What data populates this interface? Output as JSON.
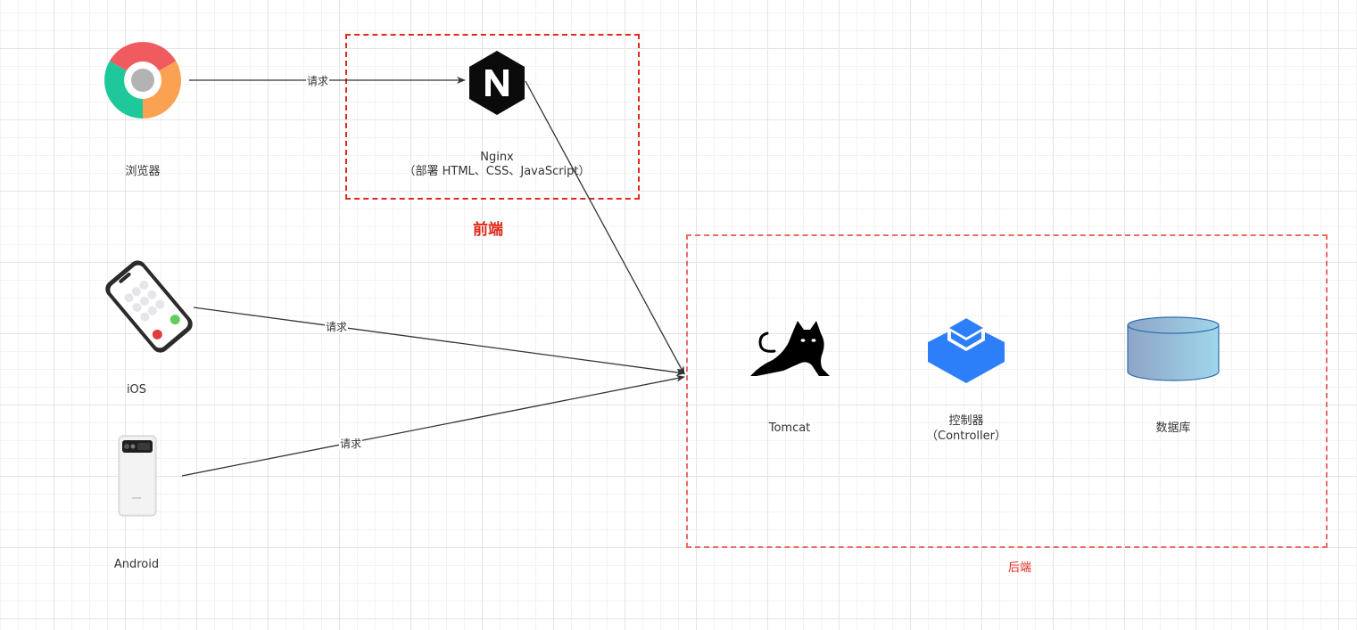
{
  "groups": {
    "frontend": {
      "title": "前端",
      "border_color": "#e0281c"
    },
    "backend": {
      "title": "后端",
      "border_color": "#ea6b66"
    }
  },
  "nodes": {
    "browser": {
      "label": "浏览器",
      "icon": "chrome-browser-icon"
    },
    "ios": {
      "label": "iOS",
      "icon": "iphone-icon"
    },
    "android": {
      "label": "Android",
      "icon": "android-phone-icon"
    },
    "nginx": {
      "label": "Nginx",
      "sublabel": "（部署 HTML、CSS、JavaScript）",
      "icon": "nginx-icon"
    },
    "tomcat": {
      "label": "Tomcat",
      "icon": "tomcat-icon"
    },
    "controller": {
      "label": "控制器",
      "sublabel": "（Controller）",
      "icon": "controller-icon",
      "color": "#2d7ff9"
    },
    "database": {
      "label": "数据库",
      "icon": "database-icon"
    }
  },
  "edges": [
    {
      "from": "browser",
      "to": "nginx",
      "label": "请求"
    },
    {
      "from": "nginx",
      "to": "backend",
      "label": ""
    },
    {
      "from": "ios",
      "to": "backend",
      "label": "请求"
    },
    {
      "from": "android",
      "to": "backend",
      "label": "请求"
    }
  ]
}
